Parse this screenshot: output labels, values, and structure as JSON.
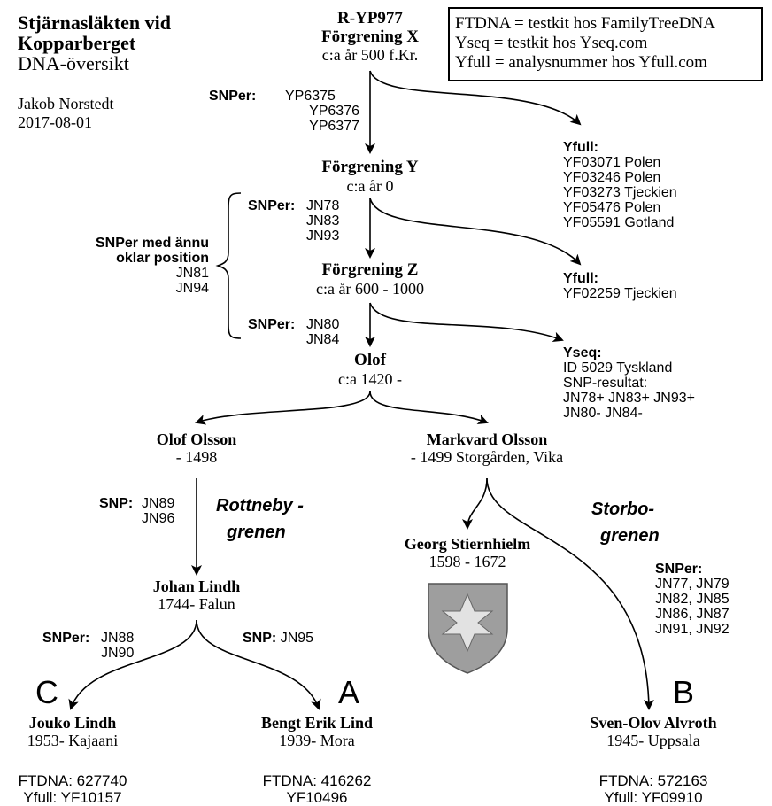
{
  "header": {
    "title_line1": "Stjärnasläkten vid",
    "title_line2": "Kopparberget",
    "subtitle": "DNA-översikt",
    "author": "Jakob Norstedt",
    "date": "2017-08-01"
  },
  "legend": [
    "FTDNA = testkit hos FamilyTreeDNA",
    "Yseq = testkit hos Yseq.com",
    "Yfull = analysnummer hos Yfull.com"
  ],
  "nodes": {
    "root": {
      "line1": "R-YP977",
      "line2": "Förgrening X",
      "line3": "c:a år 500 f.Kr."
    },
    "branch_y": {
      "name": "Förgrening Y",
      "date": "c:a år 0"
    },
    "branch_z": {
      "name": "Förgrening Z",
      "date": "c:a år 600 - 1000"
    },
    "olof": {
      "name": "Olof",
      "date": "c:a 1420 -"
    },
    "olof_olsson": {
      "name": "Olof Olsson",
      "date": "- 1498"
    },
    "markvard": {
      "name": "Markvard Olsson",
      "date": "- 1499 Storgården, Vika"
    },
    "georg": {
      "name": "Georg Stiernhielm",
      "date": "1598 - 1672"
    },
    "johan": {
      "name": "Johan Lindh",
      "date": "1744- Falun"
    },
    "jouko": {
      "name": "Jouko Lindh",
      "date": "1953- Kajaani",
      "ftdna": "FTDNA: 627740",
      "yfull": "Yfull: YF10157",
      "letter": "C"
    },
    "bengt": {
      "name": "Bengt Erik Lind",
      "date": "1939- Mora",
      "ftdna": "FTDNA: 416262",
      "yfull": "YF10496",
      "letter": "A"
    },
    "sven": {
      "name": "Sven-Olov Alvroth",
      "date": "1945- Uppsala",
      "ftdna": "FTDNA: 572163",
      "yfull": "Yfull: YF09910",
      "letter": "B"
    }
  },
  "snps": {
    "xy": {
      "label": "SNPer:",
      "items": [
        "YP6375",
        "YP6376",
        "YP6377"
      ]
    },
    "yz": {
      "label": "SNPer:",
      "items": [
        "JN78",
        "JN83",
        "JN93"
      ]
    },
    "z_olof": {
      "label": "SNPer:",
      "items": [
        "JN80",
        "JN84"
      ]
    },
    "unclear": {
      "label_line1": "SNPer med ännu",
      "label_line2": "oklar position",
      "items": [
        "JN81",
        "JN94"
      ]
    },
    "rottneby": {
      "label": "SNP:",
      "items": [
        "JN89",
        "JN96"
      ]
    },
    "johan_jouko": {
      "label": "SNPer:",
      "items": [
        "JN88",
        "JN90"
      ]
    },
    "johan_bengt": {
      "label": "SNP:",
      "items": [
        "JN95"
      ]
    },
    "storbo": {
      "label": "SNPer:",
      "items": [
        "JN77, JN79",
        "JN82, JN85",
        "JN86, JN87",
        "JN91, JN92"
      ]
    }
  },
  "side_boxes": {
    "yfull_x": {
      "label": "Yfull:",
      "items": [
        "YF03071 Polen",
        "YF03246 Polen",
        "YF03273 Tjeckien",
        "YF05476 Polen",
        "YF05591 Gotland"
      ]
    },
    "yfull_y": {
      "label": "Yfull:",
      "items": [
        "YF02259 Tjeckien"
      ]
    },
    "yseq_z": {
      "label": "Yseq:",
      "items": [
        "ID 5029 Tyskland",
        "SNP-resultat:",
        "JN78+ JN83+ JN93+",
        "JN80- JN84-"
      ]
    }
  },
  "branches": {
    "rottneby_line1": "Rottneby -",
    "rottneby_line2": "grenen",
    "storbo_line1": "Storbo-",
    "storbo_line2": "grenen"
  },
  "colors": {
    "shield_fill": "#9e9e9e",
    "star_fill": "#e2e2e2",
    "text": "#000000"
  },
  "icons": {
    "coat_of_arms": "shield-with-star-icon"
  }
}
